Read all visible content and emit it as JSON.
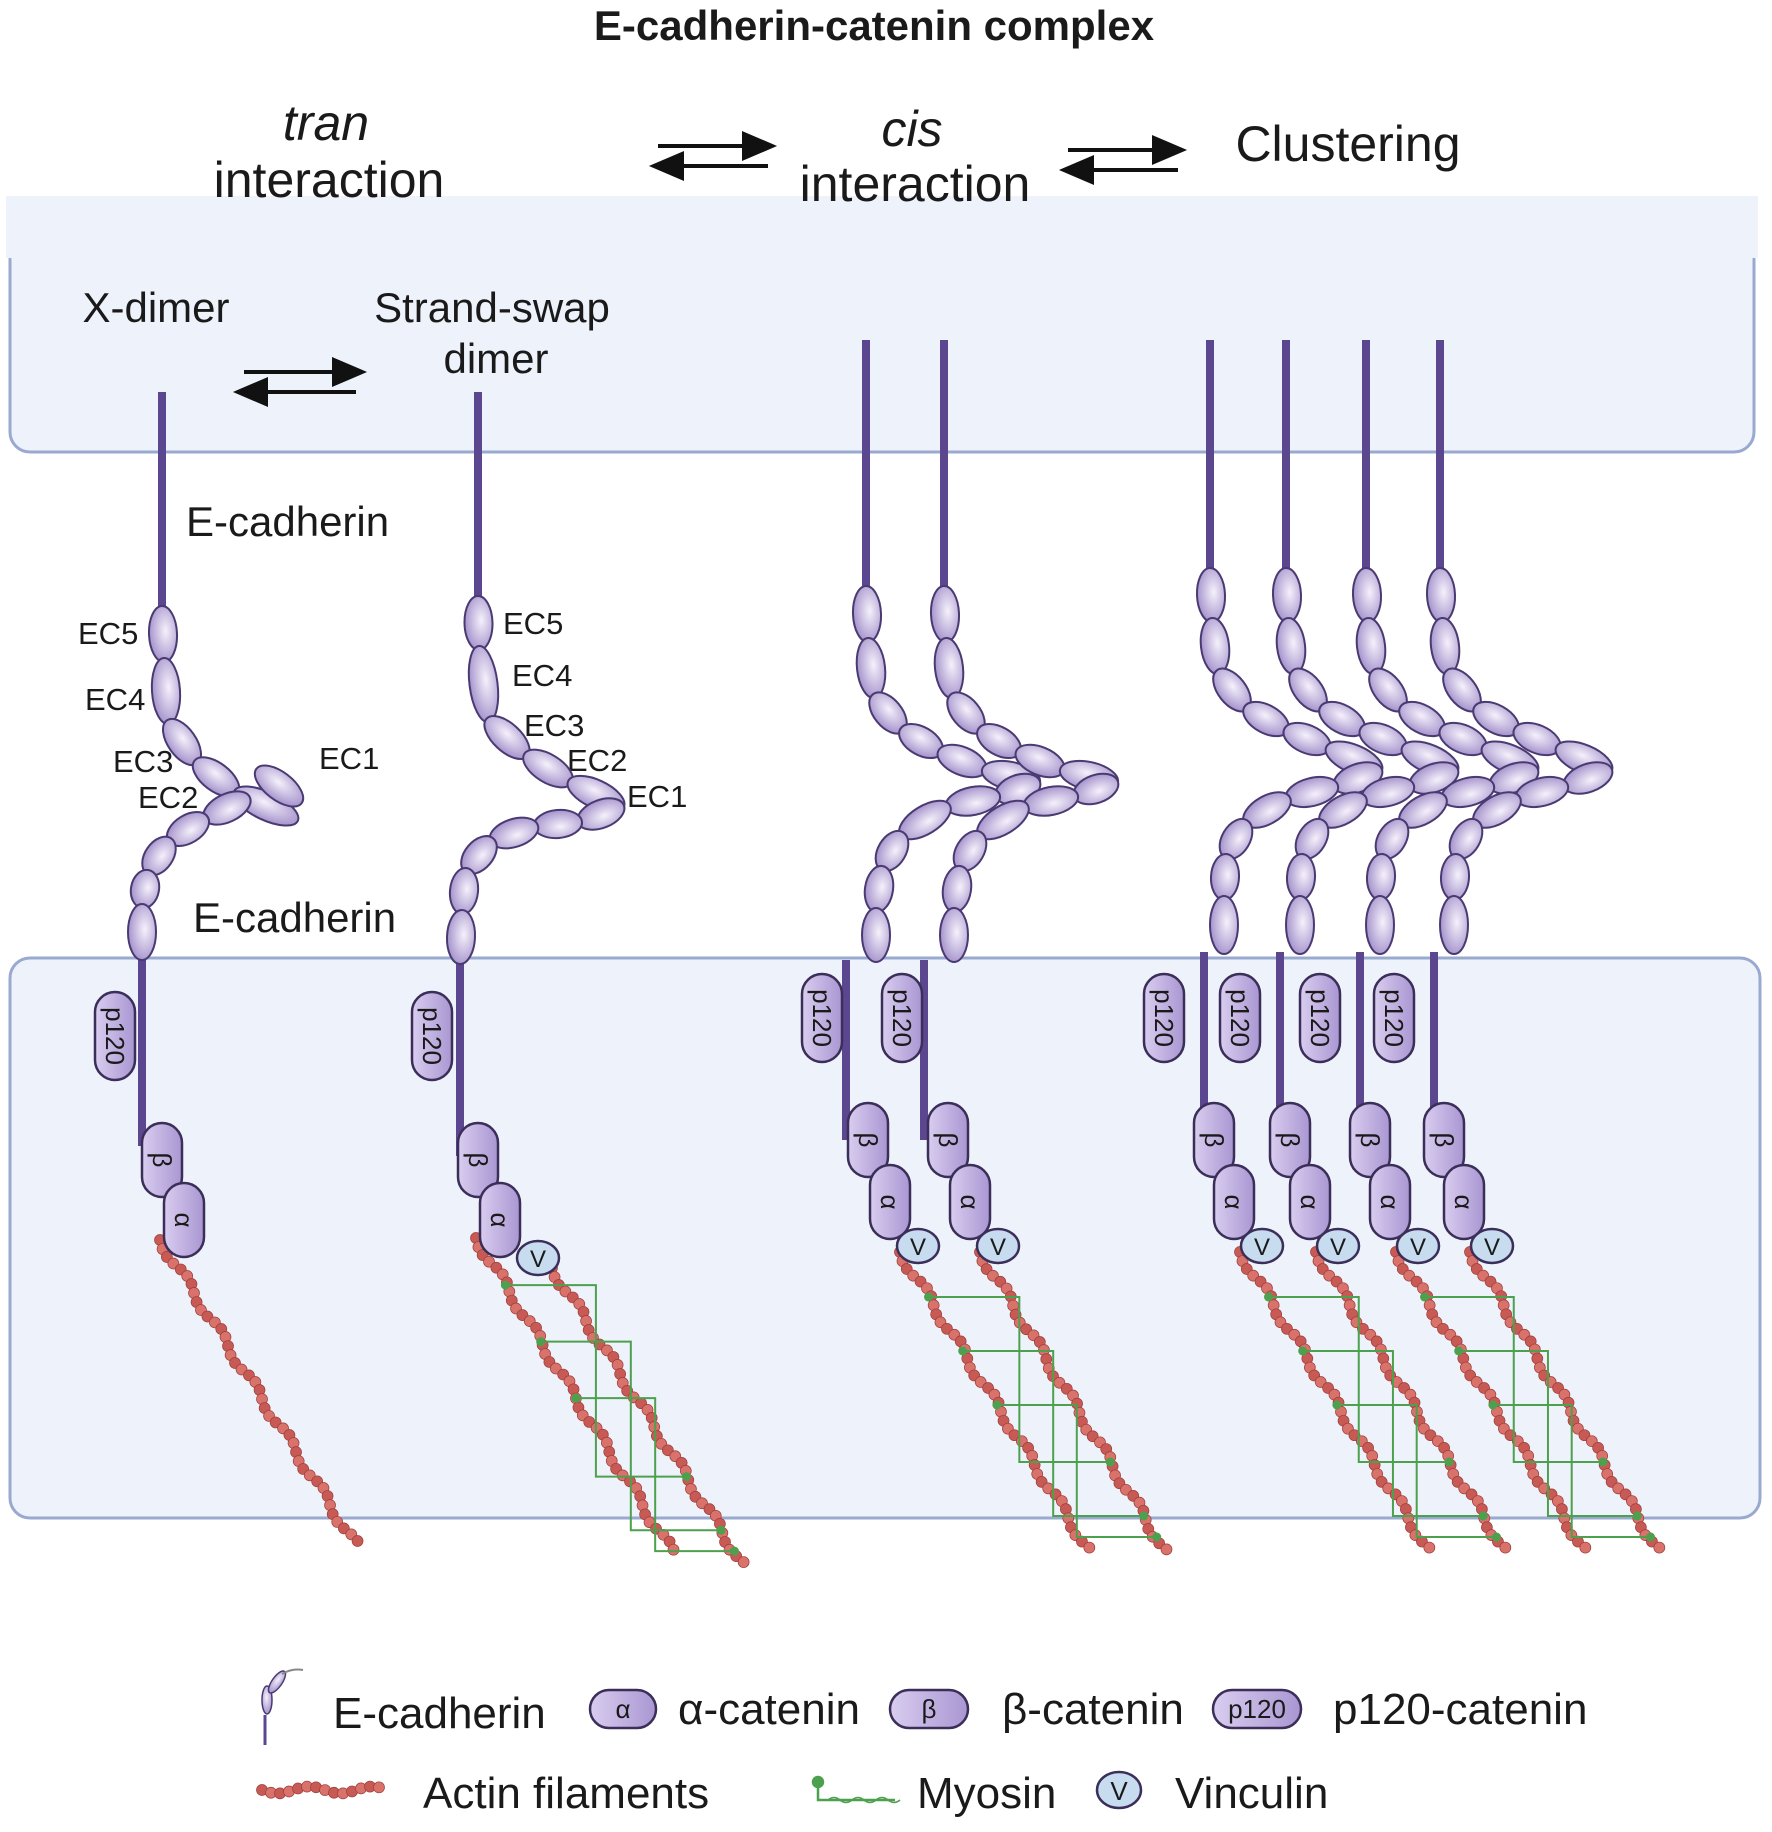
{
  "title": "E-cadherin-catenin complex",
  "stages": [
    {
      "italic": "tran",
      "rest": "interaction"
    },
    {
      "italic": "cis",
      "rest": "interaction"
    },
    {
      "label": "Clustering"
    }
  ],
  "dimers": {
    "x_dimer": "X-dimer",
    "strand_swap_1": "Strand-swap",
    "strand_swap_2": "dimer"
  },
  "ecad_upper": "E-cadherin",
  "ecad_lower": "E-cadherin",
  "ec_left": [
    "EC5",
    "EC4",
    "EC3",
    "EC2",
    "EC1"
  ],
  "ec_right": [
    "EC5",
    "EC4",
    "EC3",
    "EC2",
    "EC1"
  ],
  "protein_symbols": {
    "p120": "p120",
    "beta": "β",
    "alpha": "α",
    "vinculin": "V"
  },
  "legend": {
    "ecadherin": "E-cadherin",
    "alpha_symbol": "α",
    "alpha": "α-catenin",
    "beta_symbol": "β",
    "beta": "β-catenin",
    "p120_symbol": "p120",
    "p120": "p120-catenin",
    "actin": "Actin filaments",
    "myosin": "Myosin",
    "vinculin_symbol": "V",
    "vinculin": "Vinculin"
  },
  "colors": {
    "membrane_fill": "#eef2fb",
    "membrane_stroke": "#9aa9d0",
    "cadherin_stem": "#5b4690",
    "domain_fill": "#c9bde0",
    "domain_stroke": "#4a3a72",
    "catenin_fill": "#bba9db",
    "vinculin_fill": "#c7dcef",
    "actin": "#c85a55",
    "myosin": "#4da04d"
  }
}
